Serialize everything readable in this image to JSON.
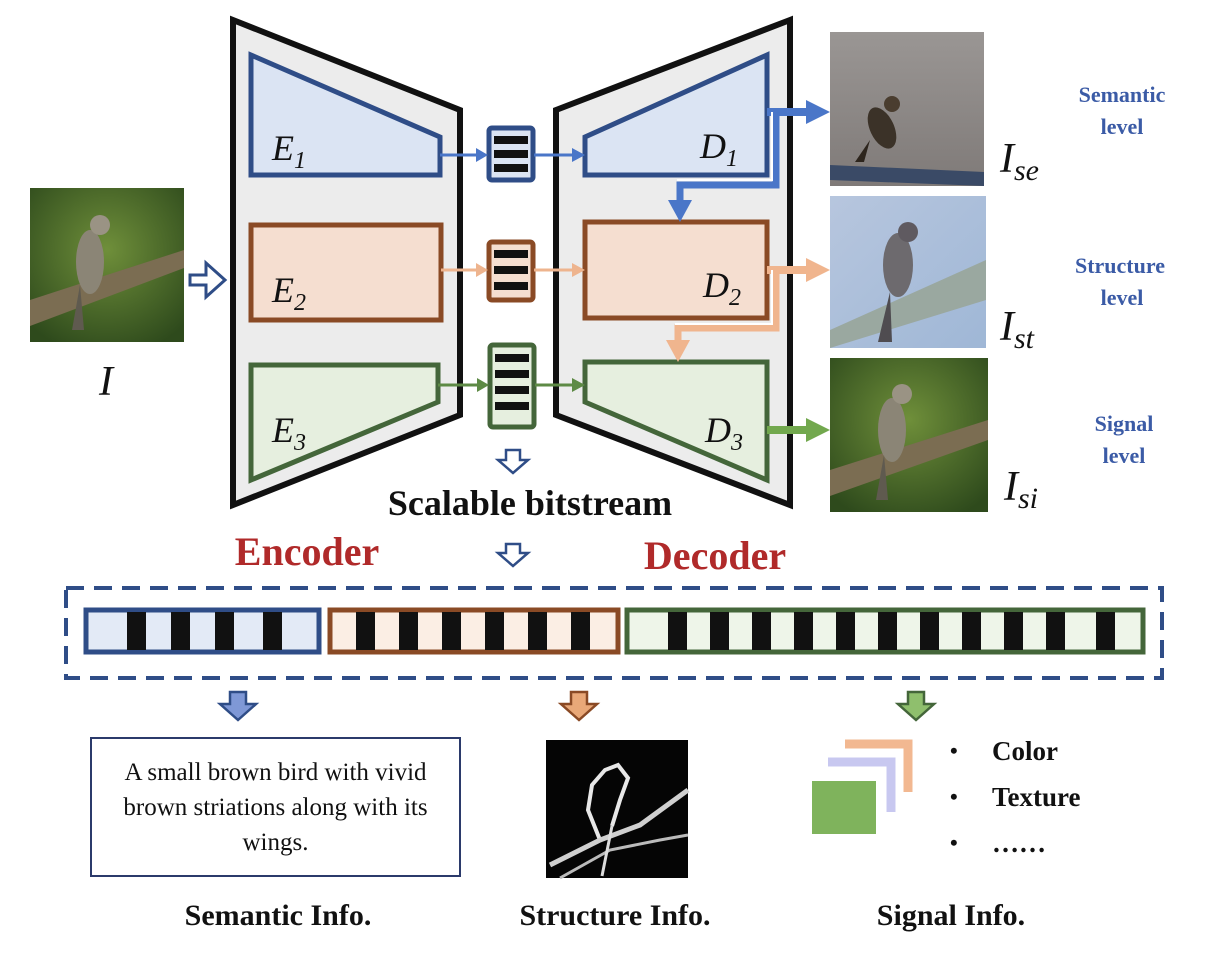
{
  "input": {
    "label": "I"
  },
  "encoders": [
    {
      "name": "E",
      "sub": "1",
      "color": "#2f4d87",
      "fill": "#dbe4f3",
      "arrow": "#4a76c8"
    },
    {
      "name": "E",
      "sub": "2",
      "color": "#8a4a25",
      "fill": "#f5ded0",
      "arrow": "#eeb48e"
    },
    {
      "name": "E",
      "sub": "3",
      "color": "#44663a",
      "fill": "#e6efdf",
      "arrow": "#5d8a45"
    }
  ],
  "decoders": [
    {
      "name": "D",
      "sub": "1"
    },
    {
      "name": "D",
      "sub": "2"
    },
    {
      "name": "D",
      "sub": "3"
    }
  ],
  "outputs": [
    {
      "label": "I",
      "sub": "se",
      "level_line1": "Semantic",
      "level_line2": "level",
      "arrow": "#4a76c8"
    },
    {
      "label": "I",
      "sub": "st",
      "level_line1": "Structure",
      "level_line2": "level",
      "arrow": "#f0b58e"
    },
    {
      "label": "I",
      "sub": "si",
      "level_line1": "Signal",
      "level_line2": "level",
      "arrow": "#72a84e"
    }
  ],
  "labels": {
    "scalable_bitstream": "Scalable bitstream",
    "encoder": "Encoder",
    "decoder": "Decoder",
    "semantic_info": "Semantic Info.",
    "structure_info": "Structure Info.",
    "signal_info": "Signal Info."
  },
  "caption": "A small brown bird with vivid brown striations along with its wings.",
  "signal_bullets": [
    "Color",
    "Texture",
    "……"
  ],
  "colors": {
    "heading_red": "#b02a2a",
    "level_blue": "#3b5ba6",
    "frame_gray": "#ececec",
    "dashed_blue": "#2f4d87",
    "signal_green": "#7fb35c",
    "signal_lavender": "#c8c8f0",
    "signal_peach": "#f2b891"
  }
}
